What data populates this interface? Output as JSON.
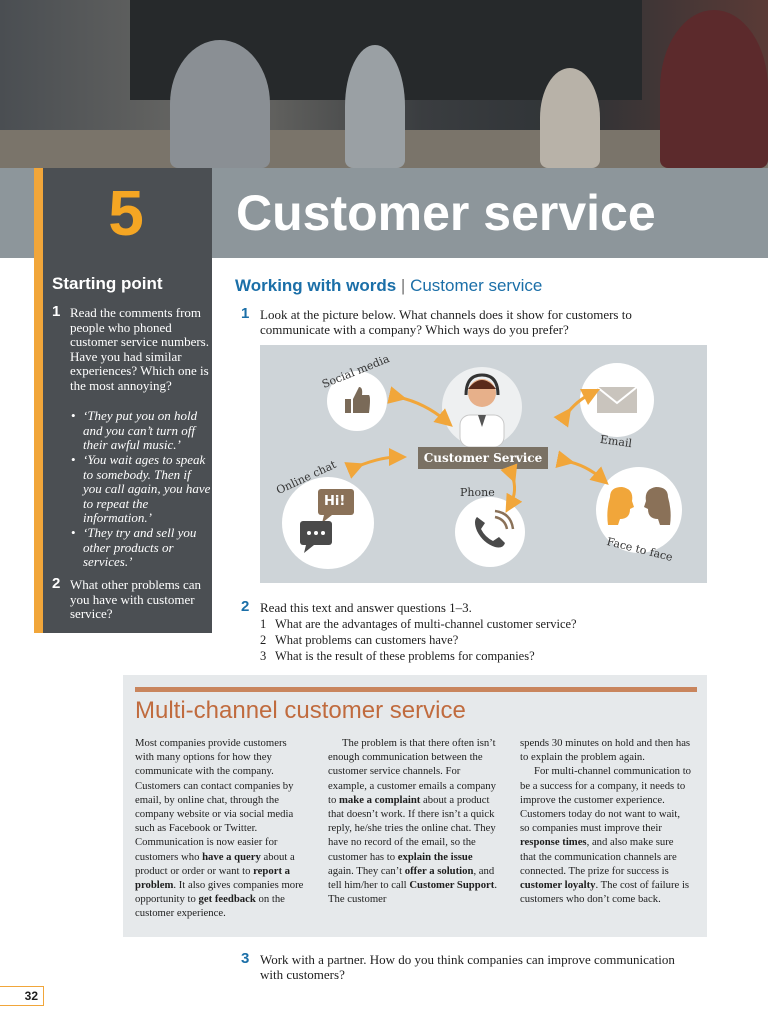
{
  "chapter": {
    "number": "5",
    "title": "Customer service"
  },
  "sidebar": {
    "title": "Starting point",
    "q1": {
      "number": "1",
      "text": "Read the comments from people who phoned customer service numbers. Have you had similar experiences? Which one is the most annoying?"
    },
    "bullets": [
      "‘They put you on hold and you can’t turn off their awful music.’",
      "‘You wait ages to speak to somebody. Then if you call again, you have to repeat the information.’",
      "‘They try and sell you other products or services.’"
    ],
    "q2": {
      "number": "2",
      "text": "What other problems can you have with customer service?"
    }
  },
  "main": {
    "section_bold": "Working with words",
    "section_sep": " | ",
    "section_rest": "Customer service",
    "q1": {
      "number": "1",
      "text": "Look at the picture below. What channels does it show for customers to communicate with a company? Which ways do you prefer?"
    },
    "diagram": {
      "center": "Customer Service",
      "channels": [
        "Social media",
        "Email",
        "Online chat",
        "Phone",
        "Face to face"
      ],
      "chat_bubble": "Hi!"
    },
    "q2": {
      "number": "2",
      "text": "Read this text and answer questions 1–3.",
      "items": [
        {
          "n": "1",
          "t": "What are the advantages of multi-channel customer service?"
        },
        {
          "n": "2",
          "t": "What problems can customers have?"
        },
        {
          "n": "3",
          "t": "What is the result of these problems for companies?"
        }
      ]
    },
    "q3": {
      "number": "3",
      "text": "Work with a partner. How do you think companies can improve communication with customers?"
    }
  },
  "article": {
    "title": "Multi-channel customer service",
    "col1": [
      "Most companies provide customers with many options for how they communicate with the company. Customers can contact companies by email, by online chat, through the company website or via social media such as Facebook or Twitter. Communication is now easier for customers who ",
      "have a query",
      " about a product or order or want to ",
      "report a problem",
      ". It also gives companies more opportunity to ",
      "get feedback",
      " on the customer experience."
    ],
    "col2": [
      "The problem is that there often isn’t enough communication between the customer service channels. For example, a customer emails a company to ",
      "make a complaint",
      " about a product that doesn’t work. If there isn’t a quick reply, he/she tries the online chat. They have no record of the email, so the customer has to ",
      "explain the issue",
      " again. They can’t ",
      "offer a solution",
      ", and tell him/her to call ",
      "Customer Support",
      ". The customer"
    ],
    "col3a": "spends 30 minutes on hold and then has to explain the problem again.",
    "col3b": [
      "For multi-channel communication to be a success for a company, it needs to improve the customer experience. Customers today do not want to wait, so companies must improve their ",
      "response times",
      ", and also make sure that the communication channels are connected. The prize for success is ",
      "customer loyalty",
      ". The cost of failure is customers who don’t come back."
    ]
  },
  "page_number": "32",
  "colors": {
    "accent_orange": "#f1a63a",
    "blue": "#1b6fa8",
    "dark_grey": "#4b4f53",
    "band_grey": "#8d969b",
    "article_title": "#c06b3e"
  }
}
